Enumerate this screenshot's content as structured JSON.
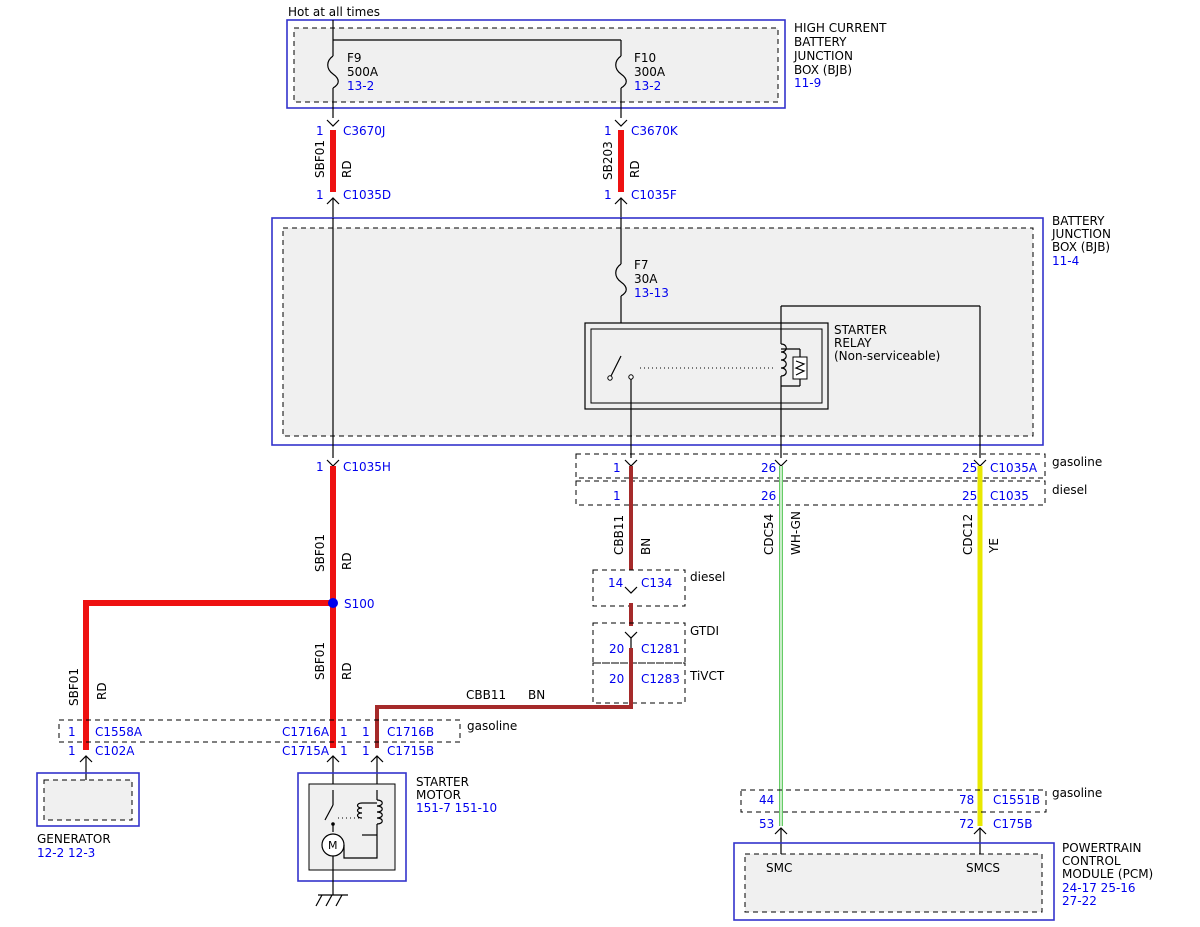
{
  "top_label": "Hot at all times",
  "modules": {
    "hcbjb": {
      "lines": [
        "HIGH CURRENT",
        "BATTERY",
        "JUNCTION",
        "BOX (BJB)"
      ],
      "ref": "11-9"
    },
    "bjb": {
      "lines": [
        "BATTERY",
        "JUNCTION",
        "BOX (BJB)"
      ],
      "ref": "11-4"
    },
    "starter_relay": {
      "lines": [
        "STARTER",
        "RELAY",
        "(Non-serviceable)"
      ]
    },
    "generator": {
      "label": "GENERATOR",
      "ref": "12-2  12-3"
    },
    "starter_motor": {
      "lines": [
        "STARTER",
        "MOTOR"
      ],
      "ref": "151-7  151-10",
      "symbol": "M"
    },
    "pcm": {
      "lines": [
        "POWERTRAIN",
        "CONTROL",
        "MODULE (PCM)"
      ],
      "ref_lines": [
        "24-17 25-16",
        "27-22"
      ],
      "pins": [
        "SMC",
        "SMCS"
      ]
    }
  },
  "fuses": [
    {
      "name": "F9",
      "rating": "500A",
      "ref": "13-2"
    },
    {
      "name": "F10",
      "rating": "300A",
      "ref": "13-2"
    },
    {
      "name": "F7",
      "rating": "30A",
      "ref": "13-13"
    }
  ],
  "connectors": {
    "c3670j": {
      "pin": "1",
      "name": "C3670J"
    },
    "c3670k": {
      "pin": "1",
      "name": "C3670K"
    },
    "c1035d": {
      "pin": "1",
      "name": "C1035D"
    },
    "c1035f": {
      "pin": "1",
      "name": "C1035F"
    },
    "c1035h": {
      "pin": "1",
      "name": "C1035H"
    },
    "c1035a": {
      "pins": [
        "1",
        "26",
        "25"
      ],
      "name": "C1035A",
      "note": "gasoline"
    },
    "c1035": {
      "pins": [
        "1",
        "26",
        "25"
      ],
      "name": "C1035",
      "note": "diesel"
    },
    "c134": {
      "pin": "14",
      "name": "C134",
      "note": "diesel"
    },
    "c1281": {
      "pin": "20",
      "name": "C1281",
      "note": "GTDI"
    },
    "c1283": {
      "pin": "20",
      "name": "C1283",
      "note": "TiVCT"
    },
    "c1558a": {
      "pin": "1",
      "name": "C1558A"
    },
    "c102a": {
      "pin": "1",
      "name": "C102A"
    },
    "c1716a": {
      "pin": "1",
      "name": "C1716A"
    },
    "c1715a": {
      "pin": "1",
      "name": "C1715A"
    },
    "c1716b": {
      "pin": "1",
      "name": "C1716B"
    },
    "c1715b": {
      "pin": "1",
      "name": "C1715B"
    },
    "row_gasoline_note": "gasoline",
    "c1551b": {
      "pins": [
        "44",
        "78"
      ],
      "name": "C1551B",
      "note": "gasoline"
    },
    "c175b": {
      "pins": [
        "53",
        "72"
      ],
      "name": "C175B"
    }
  },
  "splice": {
    "name": "S100"
  },
  "wires": {
    "sbf01": {
      "circuit": "SBF01",
      "color": "RD",
      "hex": "#ee1111"
    },
    "sb203": {
      "circuit": "SB203",
      "color": "RD",
      "hex": "#ee1111"
    },
    "cbb11": {
      "circuit": "CBB11",
      "color": "BN",
      "hex": "#a52a2a"
    },
    "cdc54": {
      "circuit": "CDC54",
      "color": "WH-GN",
      "hex": "#66cc66"
    },
    "cdc12": {
      "circuit": "CDC12",
      "color": "YE",
      "hex": "#e8e800"
    }
  }
}
